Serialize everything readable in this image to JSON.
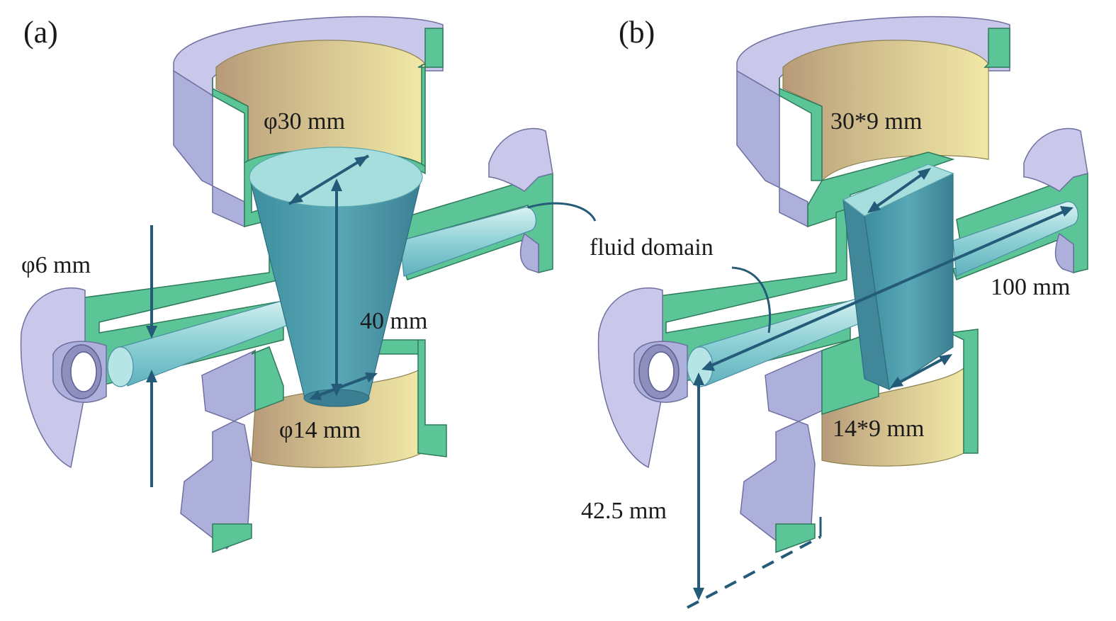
{
  "panels": {
    "a": {
      "label": "(a)",
      "dims": {
        "top_diameter": "φ30 mm",
        "inlet_diameter": "φ6 mm",
        "height": "40 mm",
        "bottom_diameter": "φ14 mm"
      }
    },
    "b": {
      "label": "(b)",
      "dims": {
        "top_section": "30*9 mm",
        "length": "100 mm",
        "bottom_section": "14*9 mm",
        "offset": "42.5 mm"
      }
    }
  },
  "callout": "fluid domain",
  "colors": {
    "wall_section": "#5cc598",
    "housing": "#c9c8ea",
    "fluid_domain": "#4f96a8",
    "bore_interior": "#d9c98c",
    "dimension_lines": "#245b78"
  }
}
